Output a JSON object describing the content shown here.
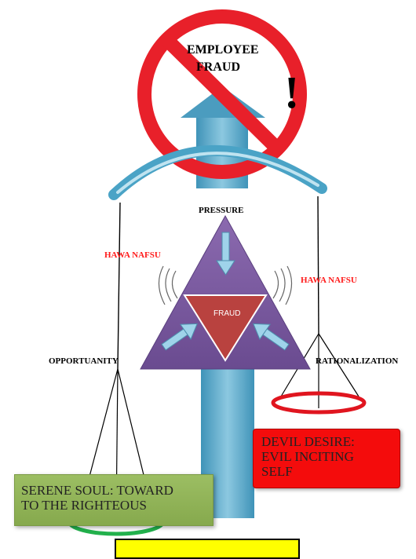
{
  "labels": {
    "employee_fraud_line1": "EMPLOYEE",
    "employee_fraud_line2": "FRAUD",
    "exclamation": "!",
    "pressure": "PRESSURE",
    "fraud": "FRAUD",
    "hawa_nafsu_left": "HAWA NAFSU",
    "hawa_nafsu_right": "HAWA NAFSU",
    "opportunity": "OPPORTUANITY",
    "rationalization": "RATIONALIZATION"
  },
  "boxes": {
    "serene_line1": "SERENE SOUL: TOWARD",
    "serene_line2": "TO THE RIGHTEOUS",
    "devil_line1": "DEVIL DESIRE:",
    "devil_line2": "EVIL INCITING",
    "devil_line3": "SELF"
  },
  "colors": {
    "no_sign_red": "#e8202a",
    "arrow_blue": "#5aa6c4",
    "triangle_purple": "#7a5a9e",
    "fraud_triangle": "#b9423f",
    "hawa_red": "#ff1a1a",
    "serene_green": "#92b55a",
    "devil_red": "#f40c0c",
    "bottom_yellow": "#ffff00"
  }
}
